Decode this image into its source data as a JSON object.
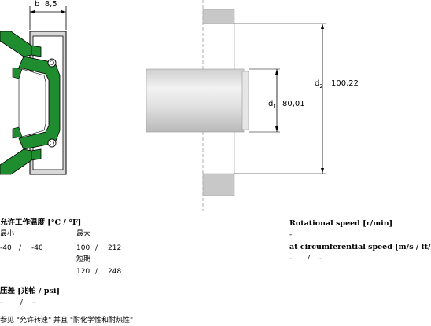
{
  "seal_drawing": {
    "b_label": "b",
    "b_value": "8,5"
  },
  "shaft_drawing": {
    "d1_label": "d",
    "d1_sub": "1",
    "d1_value": "80,01",
    "d2_label": "d",
    "d2_sub": "2",
    "d2_value": "100,22"
  },
  "temperature": {
    "title": "允许工作温度 [°C / °F]",
    "min_label": "最小",
    "max_label": "最大",
    "min_c": "-40",
    "sep": "/",
    "min_f": "-40",
    "max_c": "100",
    "max_f": "212",
    "short_label": "短期",
    "short_c": "120",
    "short_f": "248"
  },
  "rotational": {
    "title": "Rotational speed [r/min]",
    "value": "-",
    "circ_title": "at circumferential speed [m/s / ft/s]",
    "circ_a": "-",
    "circ_sep": "/",
    "circ_b": "-"
  },
  "pressure": {
    "title": "压差 [兆帕 / psi]",
    "a": "-",
    "sep": "/",
    "b": "-"
  },
  "note": "参见 \"允许转速\" 并且 \"耐化学性和耐热性\"",
  "colors": {
    "seal_green": "#1e8c2f",
    "case_fill": "#d8d8d8",
    "housing_gray": "#c8c8c8"
  }
}
